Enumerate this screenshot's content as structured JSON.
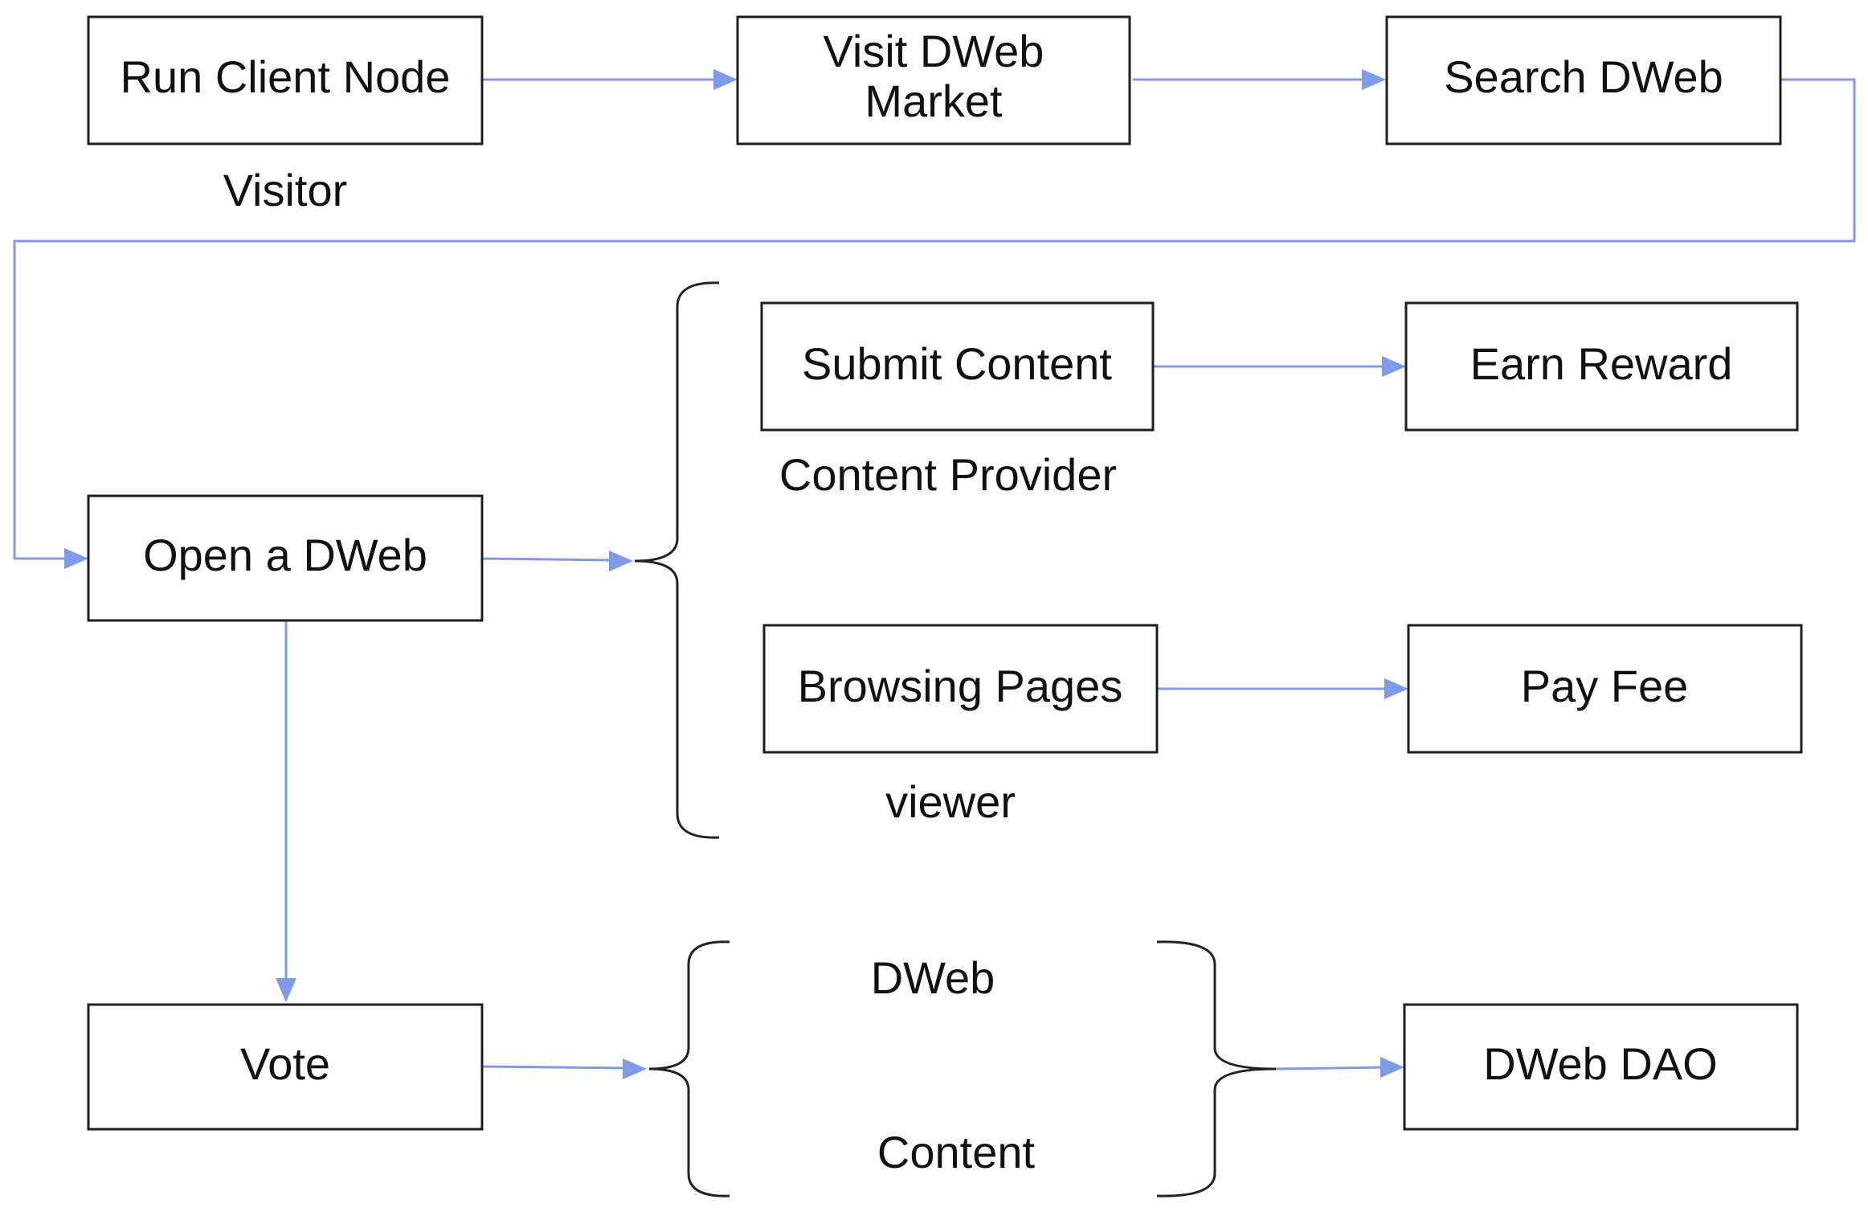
{
  "boxes": {
    "run_client_node": "Run Client Node",
    "visit_dweb_market": [
      "Visit DWeb",
      "Market"
    ],
    "search_dweb": "Search DWeb",
    "open_a_dweb": "Open a DWeb",
    "submit_content": "Submit Content",
    "earn_reward": "Earn Reward",
    "browsing_pages": "Browsing Pages",
    "pay_fee": "Pay Fee",
    "vote": "Vote",
    "dweb_dao": "DWeb DAO"
  },
  "roles": {
    "visitor": "Visitor",
    "content_provider": "Content Provider",
    "viewer": "viewer"
  },
  "vote_targets": {
    "dweb": "DWeb",
    "content": "Content"
  },
  "colors": {
    "connector": "#7f9be8",
    "box_border": "#1e1e1e"
  }
}
